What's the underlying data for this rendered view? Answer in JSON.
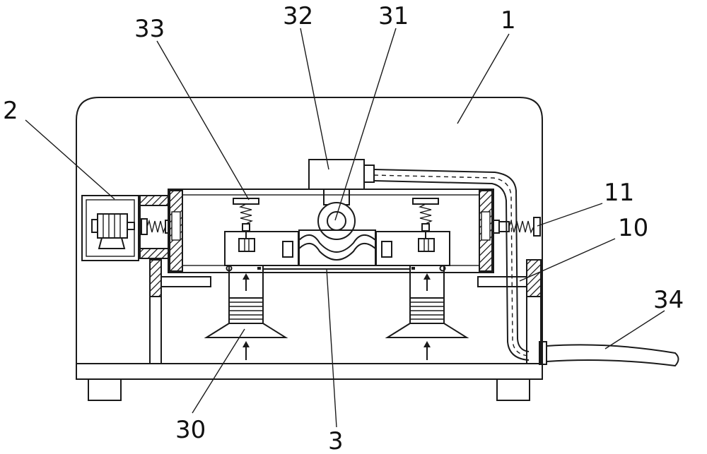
{
  "figure": {
    "labels": {
      "housing": "1",
      "motor_unit": "2",
      "plate": "3",
      "suction_cup": "30",
      "pump": "31",
      "pump_box": "32",
      "spring_mount": "33",
      "hose": "34",
      "guide_block": "10",
      "side_spring": "11"
    },
    "colors": {
      "line": "#1a1a1a",
      "background": "#ffffff",
      "hatch": "#1a1a1a"
    }
  }
}
